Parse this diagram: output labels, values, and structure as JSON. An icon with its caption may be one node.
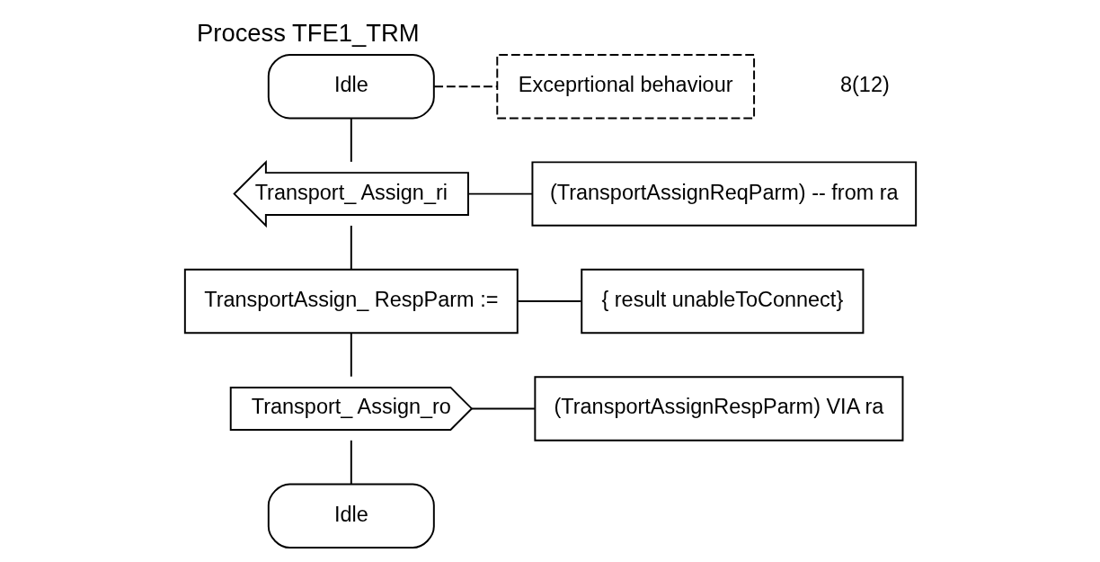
{
  "diagram": {
    "title": "Process TFE1_TRM",
    "nodes": [
      {
        "text": [
          "Idle"
        ]
      },
      {
        "text": [
          "Exceprtional behaviour"
        ]
      },
      {
        "text": [
          "Transport_ Assign_ri"
        ]
      },
      {
        "text": [
          "(TransportAssignReqParm) -- from ra"
        ]
      },
      {
        "text": [
          "TransportAssign_ RespParm :="
        ]
      },
      {
        "text": [
          "{ result unableToConnect}"
        ]
      },
      {
        "text": [
          "Transport_ Assign_ro"
        ]
      },
      {
        "text": [
          "(TransportAssignRespParm) VIA ra"
        ]
      },
      {
        "text": [
          "Idle"
        ]
      }
    ],
    "edges": [
      {
        "from": 0,
        "to": 1,
        "arrow": "none",
        "style": "dashed"
      },
      {
        "from": 0,
        "to": 2,
        "arrow": "none"
      },
      {
        "from": 2,
        "to": 3,
        "arrow": "none"
      },
      {
        "from": 2,
        "to": 4,
        "arrow": "none"
      },
      {
        "from": 4,
        "to": 5,
        "arrow": "none"
      },
      {
        "from": 4,
        "to": 6,
        "arrow": "none"
      },
      {
        "from": 6,
        "to": 7,
        "arrow": "none"
      },
      {
        "from": 6,
        "to": 8,
        "arrow": "none"
      }
    ],
    "labels": [
      "8(12)"
    ]
  }
}
